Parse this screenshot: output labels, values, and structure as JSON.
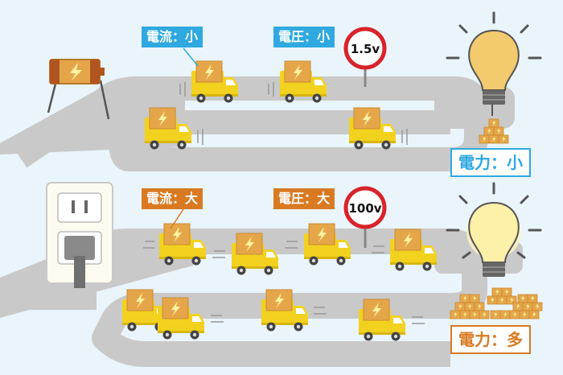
{
  "top": {
    "current_label": "電流：小",
    "voltage_label": "電圧：小",
    "sign_text": "1.5v",
    "power_label": "電力：小"
  },
  "bottom": {
    "current_label": "電流：大",
    "voltage_label": "電圧：大",
    "sign_text": "100v",
    "power_label": "電力：多"
  },
  "colors": {
    "background": "#eaf4fb",
    "road": "#c9c9c9",
    "truck_body": "#f2d21f",
    "cargo": "#e5a64a",
    "blue_accent": "#2fa9e0",
    "orange_accent": "#d97a22",
    "sign_red": "#d8232a"
  },
  "icons": [
    "battery-icon",
    "outlet-icon",
    "truck-icon",
    "bulb-icon",
    "speed-sign-icon",
    "cargo-box-icon"
  ]
}
